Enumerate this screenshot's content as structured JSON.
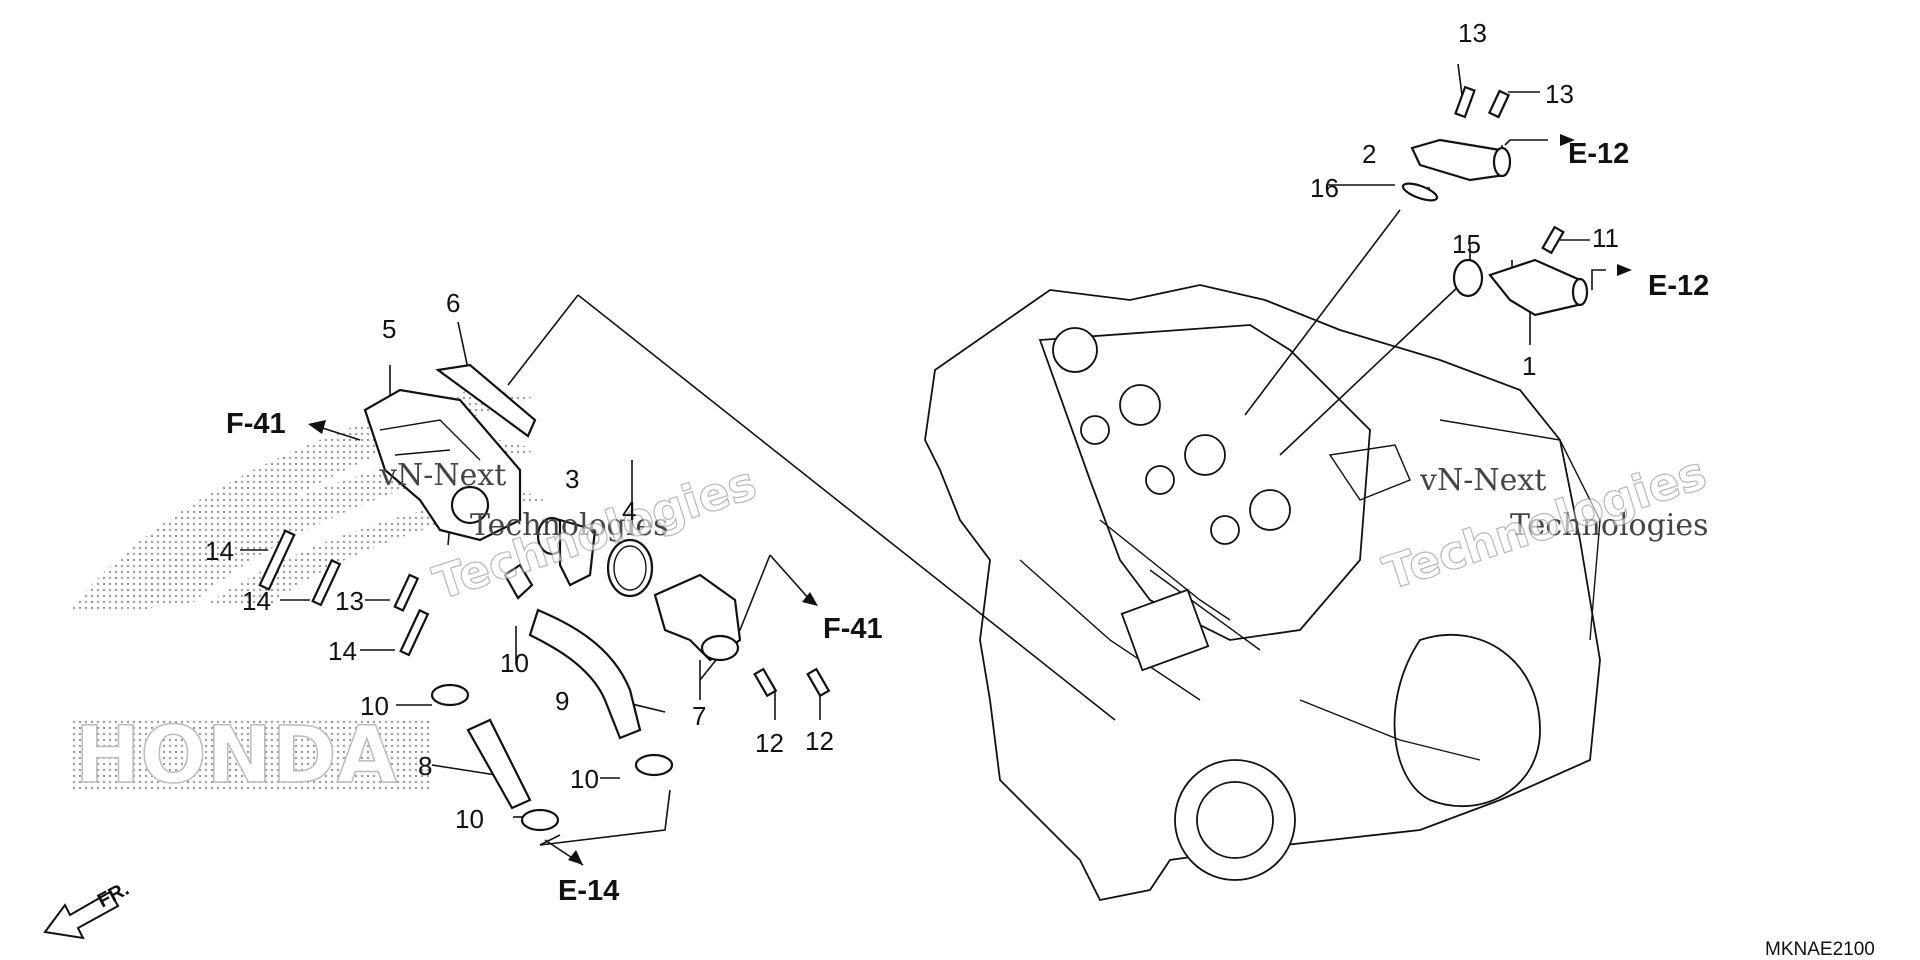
{
  "diagram_code": "MKNAE2100",
  "direction_label": "FR.",
  "watermark": {
    "line1": "vN-Next",
    "line2": "Technologies",
    "line3": "Technologies"
  },
  "logo_text": "HONDA",
  "references": {
    "e12_a": "E-12",
    "e12_b": "E-12",
    "f41_left": "F-41",
    "f41_right": "F-41",
    "e14": "E-14"
  },
  "callouts": {
    "c13_top": "13",
    "c13_right": "13",
    "c2": "2",
    "c16": "16",
    "c15": "15",
    "c11": "11",
    "c1": "1",
    "c6": "6",
    "c5": "5",
    "c3": "3",
    "c4": "4",
    "c14_a": "14",
    "c14_b": "14",
    "c13_left": "13",
    "c14_c": "14",
    "c10_a": "10",
    "c10_b": "10",
    "c9": "9",
    "c7": "7",
    "c12_a": "12",
    "c12_b": "12",
    "c8": "8",
    "c10_c": "10",
    "c10_d": "10"
  }
}
